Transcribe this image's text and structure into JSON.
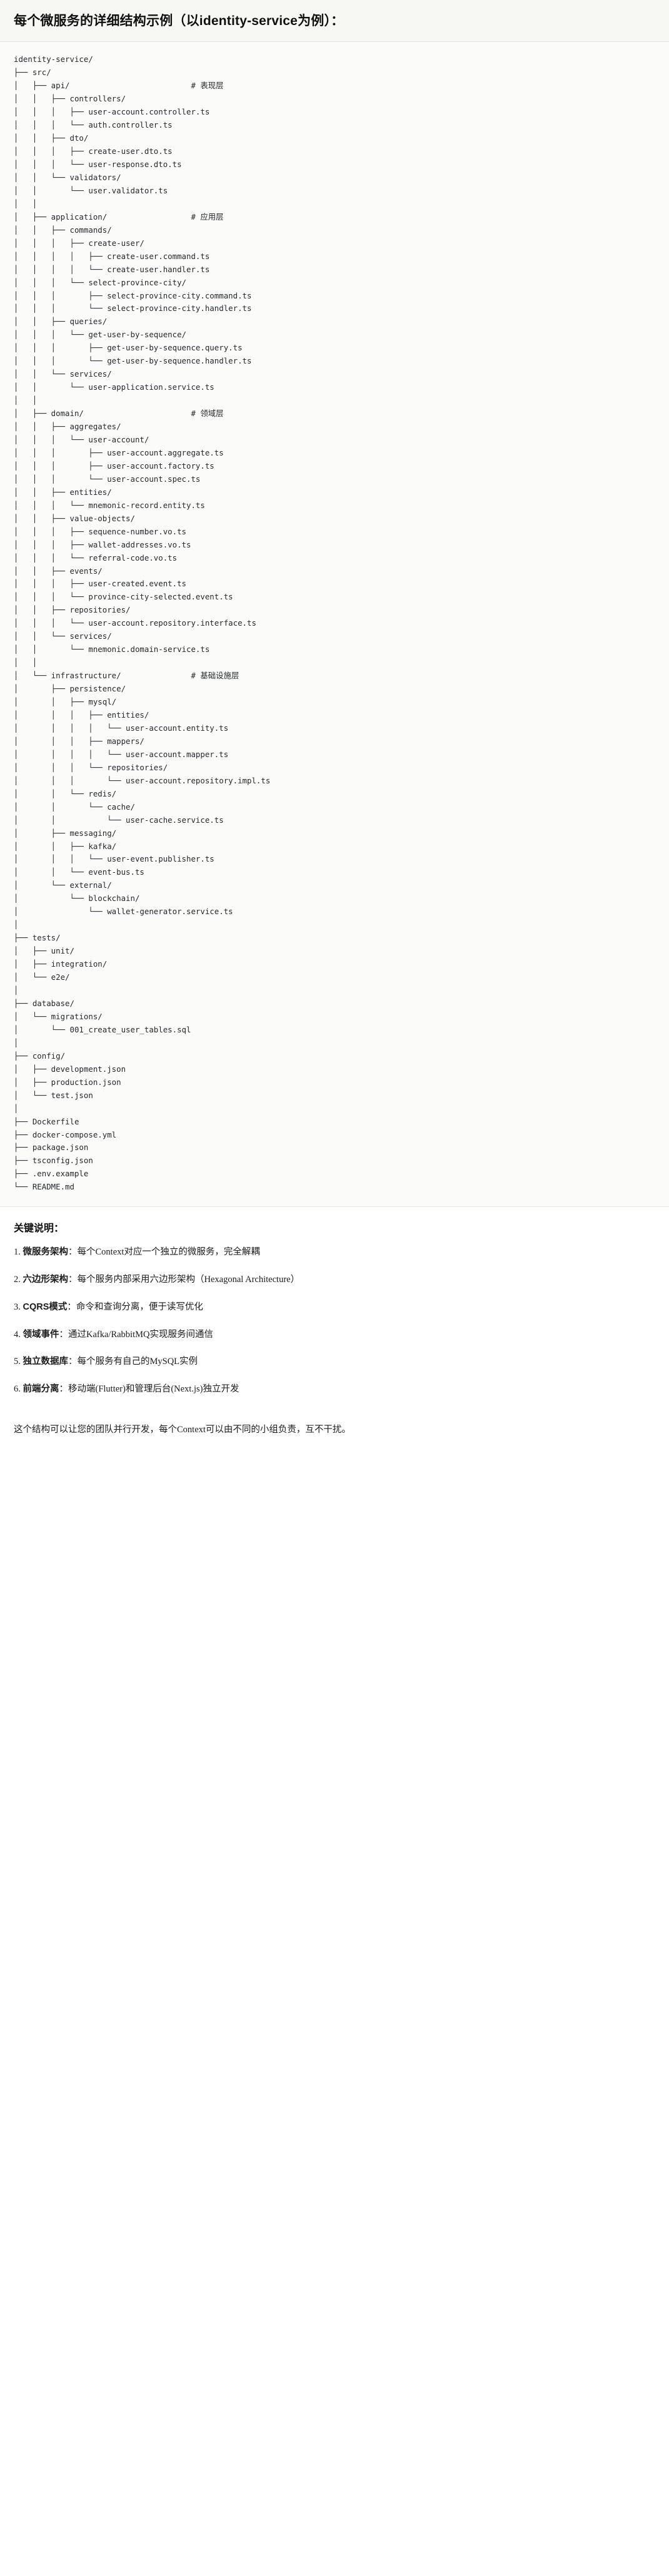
{
  "header": {
    "title": "每个微服务的详细结构示例（以identity-service为例）："
  },
  "tree": {
    "root": "identity-service/",
    "text": "identity-service/\n├── src/\n│   ├── api/                          # 表现层\n│   │   ├── controllers/\n│   │   │   ├── user-account.controller.ts\n│   │   │   └── auth.controller.ts\n│   │   ├── dto/\n│   │   │   ├── create-user.dto.ts\n│   │   │   └── user-response.dto.ts\n│   │   └── validators/\n│   │       └── user.validator.ts\n│   │\n│   ├── application/                  # 应用层\n│   │   ├── commands/\n│   │   │   ├── create-user/\n│   │   │   │   ├── create-user.command.ts\n│   │   │   │   └── create-user.handler.ts\n│   │   │   └── select-province-city/\n│   │   │       ├── select-province-city.command.ts\n│   │   │       └── select-province-city.handler.ts\n│   │   ├── queries/\n│   │   │   └── get-user-by-sequence/\n│   │   │       ├── get-user-by-sequence.query.ts\n│   │   │       └── get-user-by-sequence.handler.ts\n│   │   └── services/\n│   │       └── user-application.service.ts\n│   │\n│   ├── domain/                       # 领域层\n│   │   ├── aggregates/\n│   │   │   └── user-account/\n│   │   │       ├── user-account.aggregate.ts\n│   │   │       ├── user-account.factory.ts\n│   │   │       └── user-account.spec.ts\n│   │   ├── entities/\n│   │   │   └── mnemonic-record.entity.ts\n│   │   ├── value-objects/\n│   │   │   ├── sequence-number.vo.ts\n│   │   │   ├── wallet-addresses.vo.ts\n│   │   │   └── referral-code.vo.ts\n│   │   ├── events/\n│   │   │   ├── user-created.event.ts\n│   │   │   └── province-city-selected.event.ts\n│   │   ├── repositories/\n│   │   │   └── user-account.repository.interface.ts\n│   │   └── services/\n│   │       └── mnemonic.domain-service.ts\n│   │\n│   └── infrastructure/               # 基础设施层\n│       ├── persistence/\n│       │   ├── mysql/\n│       │   │   ├── entities/\n│       │   │   │   └── user-account.entity.ts\n│       │   │   ├── mappers/\n│       │   │   │   └── user-account.mapper.ts\n│       │   │   └── repositories/\n│       │   │       └── user-account.repository.impl.ts\n│       │   └── redis/\n│       │       └── cache/\n│       │           └── user-cache.service.ts\n│       ├── messaging/\n│       │   ├── kafka/\n│       │   │   └── user-event.publisher.ts\n│       │   └── event-bus.ts\n│       └── external/\n│           └── blockchain/\n│               └── wallet-generator.service.ts\n│\n├── tests/\n│   ├── unit/\n│   ├── integration/\n│   └── e2e/\n│\n├── database/\n│   └── migrations/\n│       └── 001_create_user_tables.sql\n│\n├── config/\n│   ├── development.json\n│   ├── production.json\n│   └── test.json\n│\n├── Dockerfile\n├── docker-compose.yml\n├── package.json\n├── tsconfig.json\n├── .env.example\n└── README.md",
    "layer_comments": [
      "# 表现层",
      "# 应用层",
      "# 领域层",
      "# 基础设施层"
    ]
  },
  "notes": {
    "title": "关键说明：",
    "items": [
      {
        "num": "1.",
        "term": "微服务架构",
        "sep": "：",
        "body": "每个Context对应一个独立的微服务，完全解耦"
      },
      {
        "num": "2.",
        "term": "六边形架构",
        "sep": "：",
        "body": "每个服务内部采用六边形架构（Hexagonal Architecture）"
      },
      {
        "num": "3.",
        "term": "CQRS模式",
        "sep": "：",
        "body": "命令和查询分离，便于读写优化"
      },
      {
        "num": "4.",
        "term": "领域事件",
        "sep": "：",
        "body": "通过Kafka/RabbitMQ实现服务间通信"
      },
      {
        "num": "5.",
        "term": "独立数据库",
        "sep": "：",
        "body": "每个服务有自己的MySQL实例"
      },
      {
        "num": "6.",
        "term": "前端分离",
        "sep": "：",
        "body": "移动端(Flutter)和管理后台(Next.js)独立开发"
      }
    ],
    "closing": "这个结构可以让您的团队并行开发，每个Context可以由不同的小组负责，互不干扰。"
  },
  "colors": {
    "header_bg": "#f7f7f4",
    "code_bg": "#fbfbf9",
    "text": "#1a1a1a",
    "code_text": "#24292e",
    "border": "#e3e3df"
  }
}
